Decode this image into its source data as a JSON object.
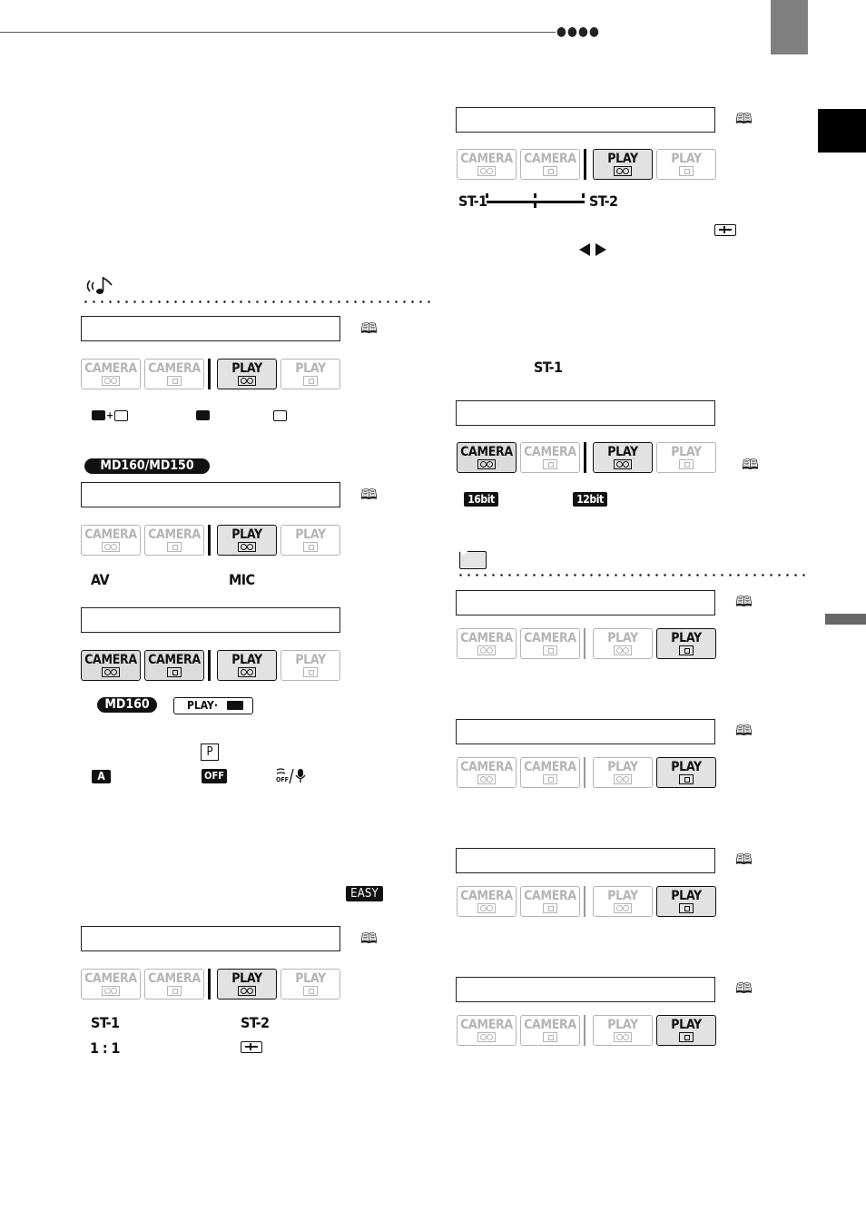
{
  "ui": {
    "book_icon": "book-icon"
  },
  "modes": {
    "camera": "CAMERA",
    "play": "PLAY"
  },
  "left": {
    "sound_icon": "sound-icon",
    "model_badge_1": "MD160/MD150",
    "model_badge_2": "MD160",
    "play_badge": "PLAY·",
    "tok_av": "AV",
    "tok_mic": "MIC",
    "tok_p": "P",
    "tok_a": "A",
    "tok_off": "OFF",
    "tok_windoff": "OFF",
    "tok_easy": "EASY",
    "tok_st1": "ST-1",
    "tok_st2": "ST-2",
    "tok_11": "1 : 1"
  },
  "right": {
    "st1": "ST-1",
    "st2": "ST-2",
    "st1_alone": "ST-1",
    "bit16": "16bit",
    "bit12": "12bit",
    "card_icon": "memory-card-icon"
  }
}
